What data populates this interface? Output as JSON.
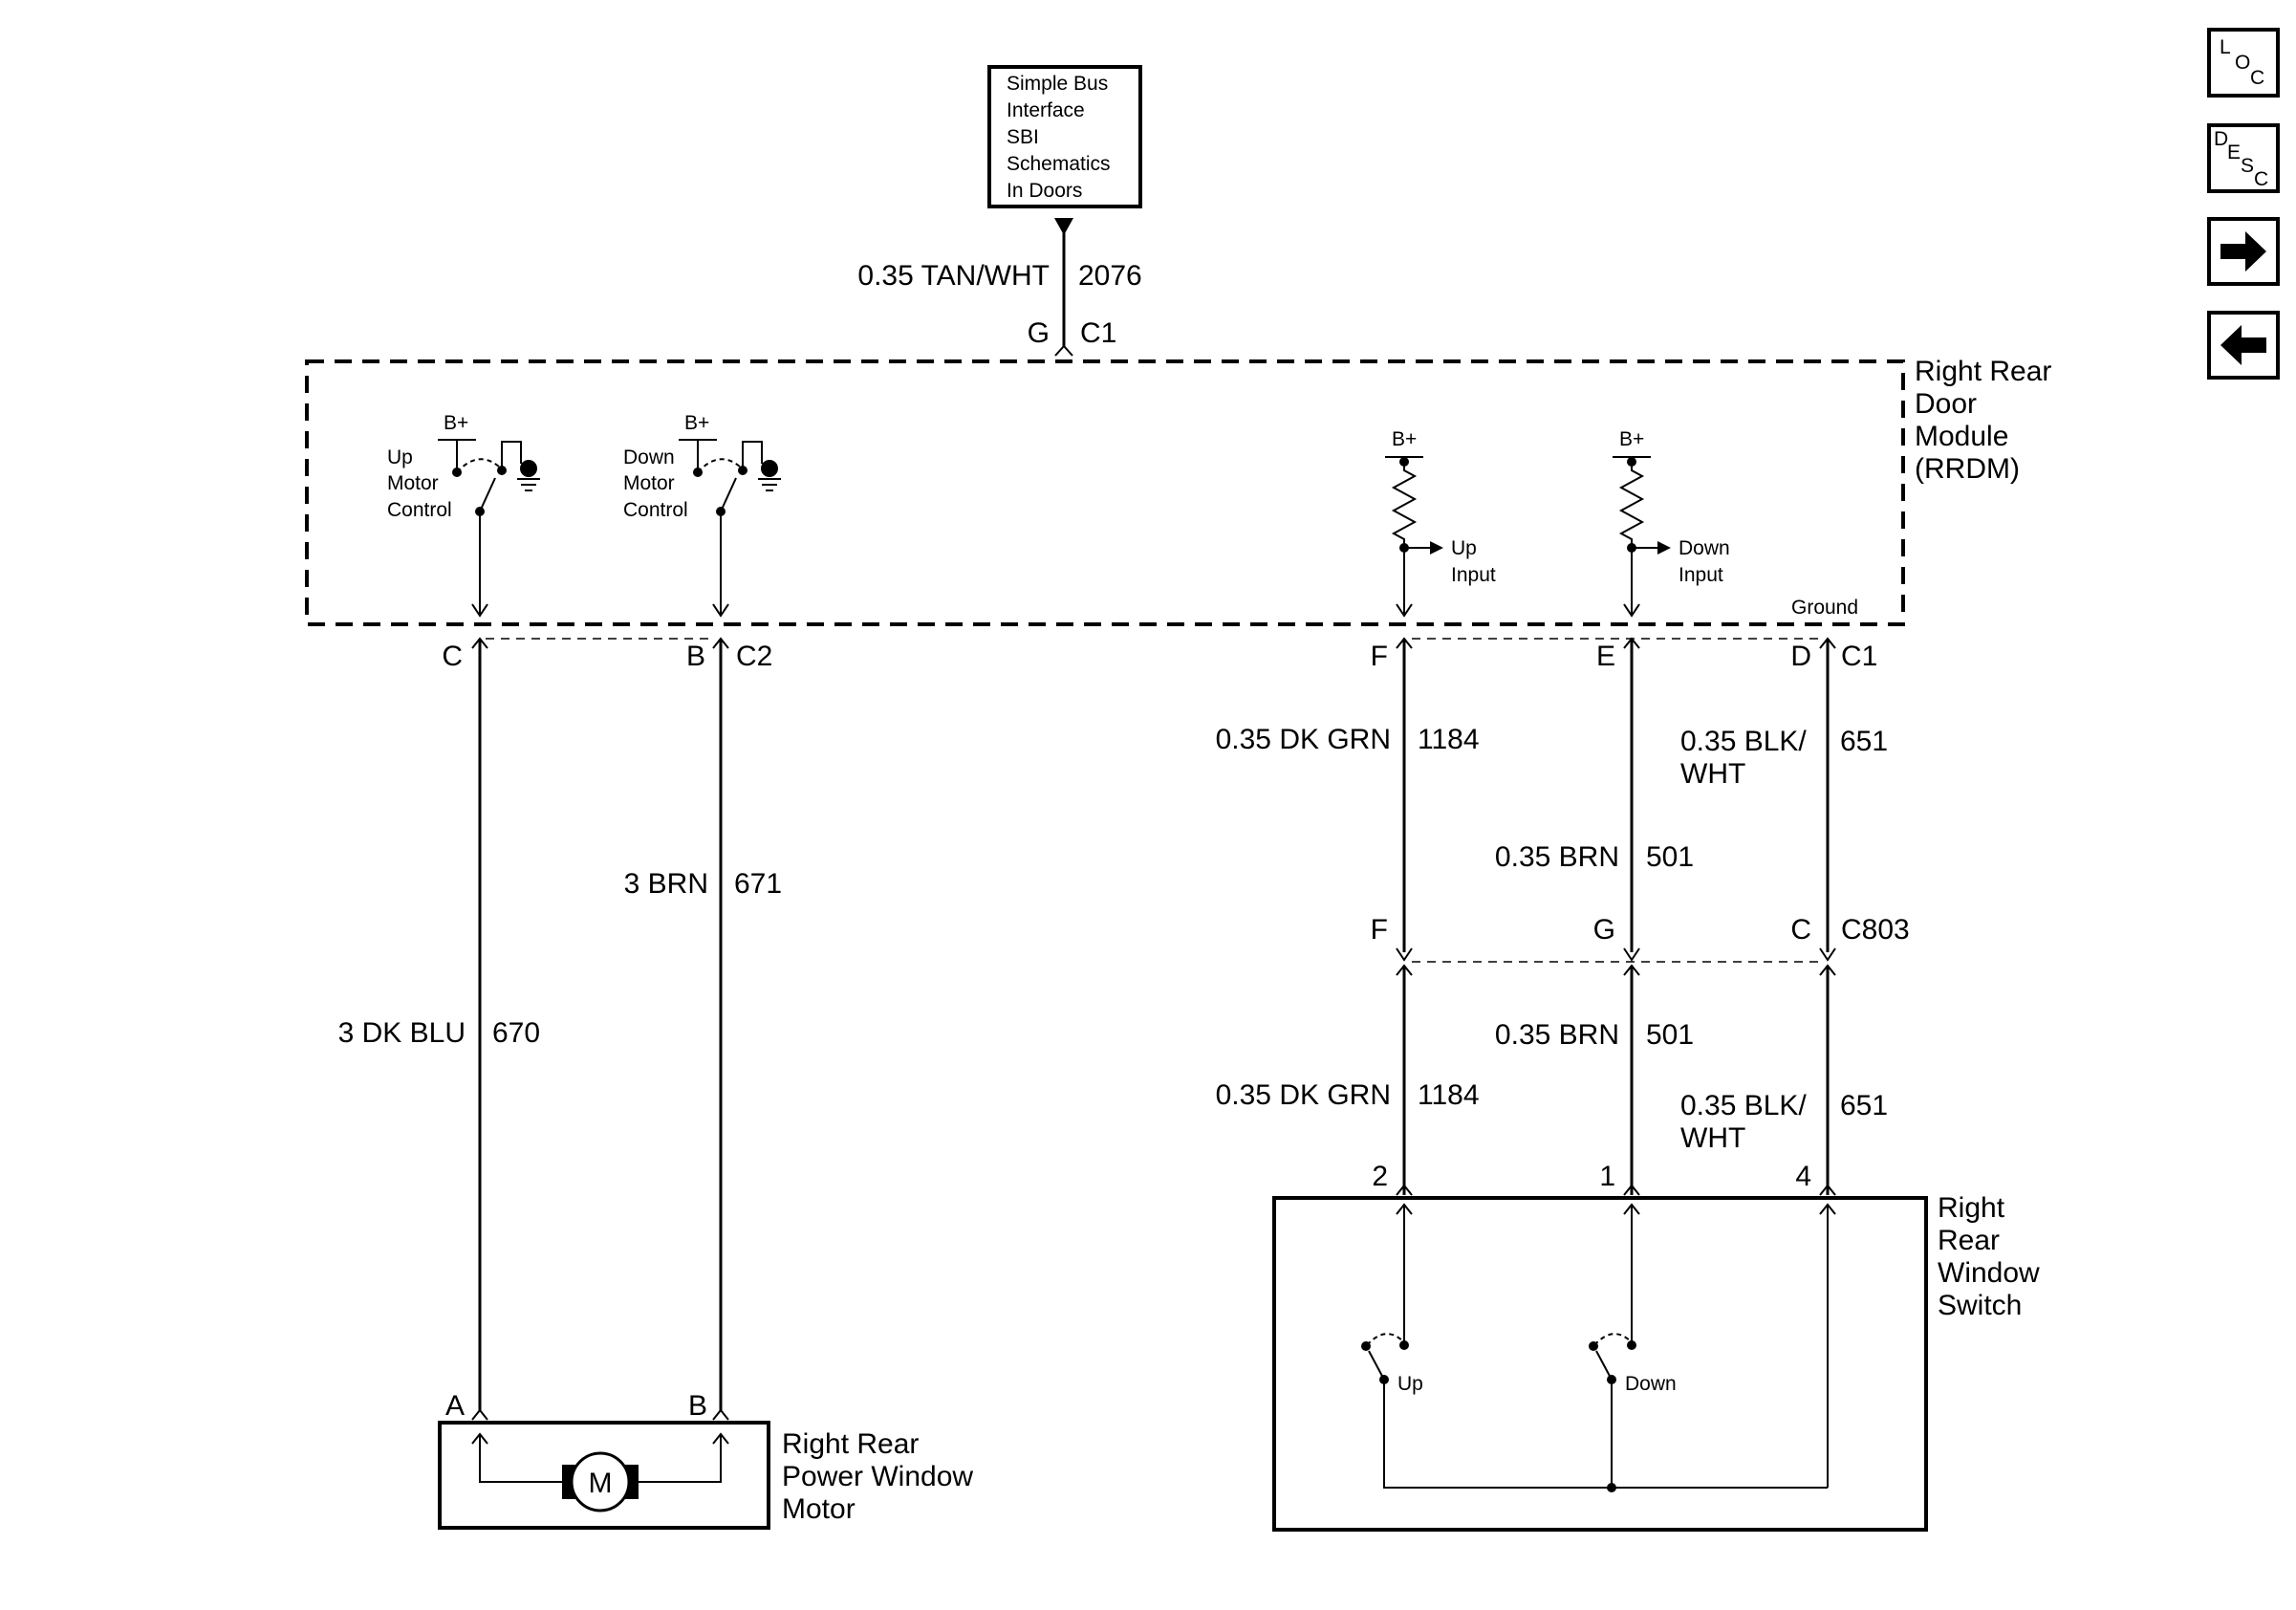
{
  "sbi_box": {
    "lines": [
      "Simple Bus",
      "Interface",
      "SBI",
      "Schematics",
      "In Doors"
    ]
  },
  "top_wire": {
    "label": "0.35 TAN/WHT",
    "circuit": "2076",
    "pin": "G",
    "connector": "C1"
  },
  "rrdm": {
    "lines": [
      "Right Rear",
      "Door",
      "Module",
      "(RRDM)"
    ]
  },
  "internal": {
    "bplus": "B+",
    "up_motor_control": [
      "Up",
      "Motor",
      "Control"
    ],
    "down_motor_control": [
      "Down",
      "Motor",
      "Control"
    ],
    "up_input": [
      "Up",
      "Input"
    ],
    "down_input": [
      "Down",
      "Input"
    ],
    "ground": "Ground"
  },
  "c2": {
    "connector": "C2",
    "pin_c": "C",
    "pin_b": "B"
  },
  "c1": {
    "connector": "C1",
    "pin_f": "F",
    "pin_e": "E",
    "pin_d": "D"
  },
  "c803": {
    "connector": "C803",
    "pin_f": "F",
    "pin_g": "G",
    "pin_c": "C"
  },
  "wires": {
    "dkblu": {
      "label": "3 DK BLU",
      "circuit": "670"
    },
    "brn3": {
      "label": "3 BRN",
      "circuit": "671"
    },
    "dkgrn_upper": {
      "label": "0.35 DK GRN",
      "circuit": "1184"
    },
    "brn_upper": {
      "label": "0.35 BRN",
      "circuit": "501"
    },
    "blkwht_upper": {
      "label": [
        "0.35 BLK/",
        "WHT"
      ],
      "circuit": "651"
    },
    "brn_lower": {
      "label": "0.35 BRN",
      "circuit": "501"
    },
    "dkgrn_lower": {
      "label": "0.35 DK GRN",
      "circuit": "1184"
    },
    "blkwht_lower": {
      "label": [
        "0.35 BLK/",
        "WHT"
      ],
      "circuit": "651"
    }
  },
  "motor": {
    "pin_a": "A",
    "pin_b": "B",
    "symbol": "M",
    "lines": [
      "Right Rear",
      "Power Window",
      "Motor"
    ]
  },
  "switch": {
    "pin_2": "2",
    "pin_1": "1",
    "pin_4": "4",
    "up": "Up",
    "down": "Down",
    "lines": [
      "Right",
      "Rear",
      "Window",
      "Switch"
    ]
  },
  "nav": {
    "loc": [
      "L",
      "O",
      "C"
    ],
    "desc": [
      "D",
      "E",
      "S",
      "C"
    ],
    "forward_icon": "arrow-right",
    "back_icon": "arrow-left"
  }
}
